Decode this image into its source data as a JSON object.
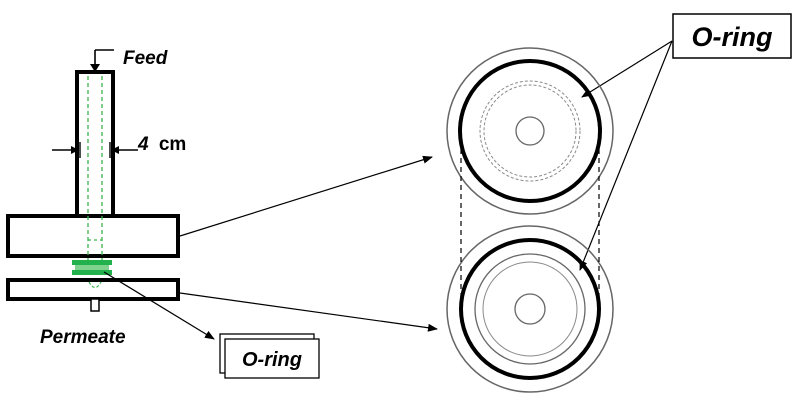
{
  "labels": {
    "feed": "Feed",
    "width_value": "4",
    "width_unit": "cm",
    "permeate": "Permeate",
    "oring_top": "O-ring",
    "oring_bottom": "O-ring"
  },
  "colors": {
    "line": "#000000",
    "dashed_green": "#3cb44b",
    "oring_green": "#22b14c",
    "circle_gray": "#666666",
    "dotted_gray": "#8a8a8a"
  }
}
